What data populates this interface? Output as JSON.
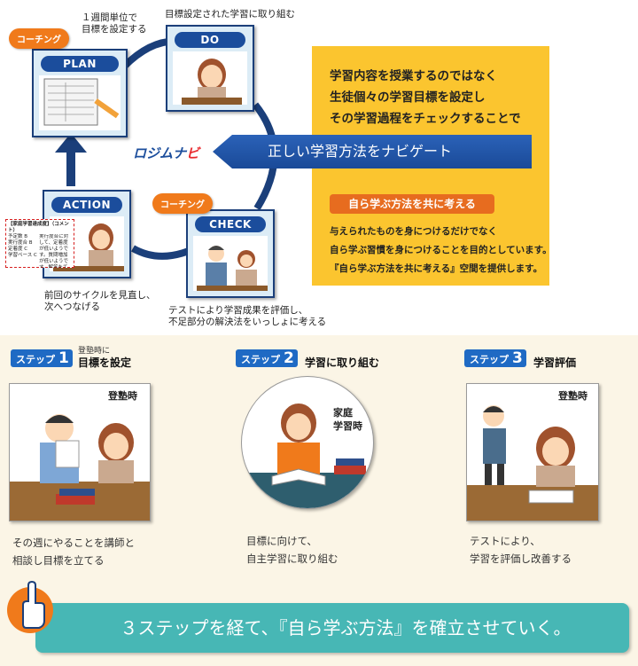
{
  "cycle": {
    "plan": {
      "label": "PLAN",
      "caption": [
        "１週間単位で",
        "目標を設定する"
      ]
    },
    "do": {
      "label": "DO",
      "caption": "目標設定された学習に取り組む"
    },
    "check": {
      "label": "CHECK",
      "caption": [
        "テストにより学習成果を評価し、",
        "不足部分の解決法をいっしょに考える"
      ]
    },
    "action": {
      "label": "ACTION",
      "caption": [
        "前回のサイクルを見直し、",
        "次へつなげる"
      ]
    },
    "coaching_label": "コーチング",
    "note_title": "【家庭学習達成度】（コメント）",
    "note_rows": [
      {
        "label": "予定数",
        "grade": "B"
      },
      {
        "label": "実行度合",
        "grade": "B"
      },
      {
        "label": "定着度",
        "grade": "C"
      },
      {
        "label": "学習ペース",
        "grade": "C"
      }
    ],
    "note_comment": "実行度合に対して、定着度が低いようです。質問増加が低いようです。解答をていねいにとくやすく。"
  },
  "logo": {
    "main": "ロジムナ",
    "accent": "ビ"
  },
  "info": {
    "lines": [
      "学習内容を授業するのではなく",
      "生徒個々の学習目標を設定し",
      "その学習過程をチェックすることで"
    ],
    "banner": "正しい学習方法をナビゲート",
    "button": "自ら学ぶ方法を共に考える",
    "small_lines": [
      "与えられたものを身につけるだけでなく",
      "自ら学ぶ習慣を身につけることを目的としています。",
      "『自ら学ぶ方法を共に考える』空間を提供します。"
    ]
  },
  "steps": [
    {
      "tag": "ステップ",
      "num": "1",
      "sub": "登塾時に",
      "title": "目標を設定",
      "box_label": "登塾時",
      "desc": [
        "その週にやることを講師と",
        "相談し目標を立てる"
      ]
    },
    {
      "tag": "ステップ",
      "num": "2",
      "sub": "",
      "title": "学習に取り組む",
      "box_label": [
        "家庭",
        "学習時"
      ],
      "desc": [
        "目標に向けて、",
        "自主学習に取り組む"
      ]
    },
    {
      "tag": "ステップ",
      "num": "3",
      "sub": "",
      "title": "学習評価",
      "box_label": "登塾時",
      "desc": [
        "テストにより、",
        "学習を評価し改善する"
      ]
    }
  ],
  "conclusion": "３ステップを経て、『自ら学ぶ方法』を確立させていく。",
  "colors": {
    "navy": "#1b4d9c",
    "orange": "#f07a1b",
    "yellow": "#fbc52f",
    "teal": "#47b7b5",
    "cream": "#fbf5e6"
  },
  "icons": {
    "hand": "pointing-hand-icon"
  }
}
